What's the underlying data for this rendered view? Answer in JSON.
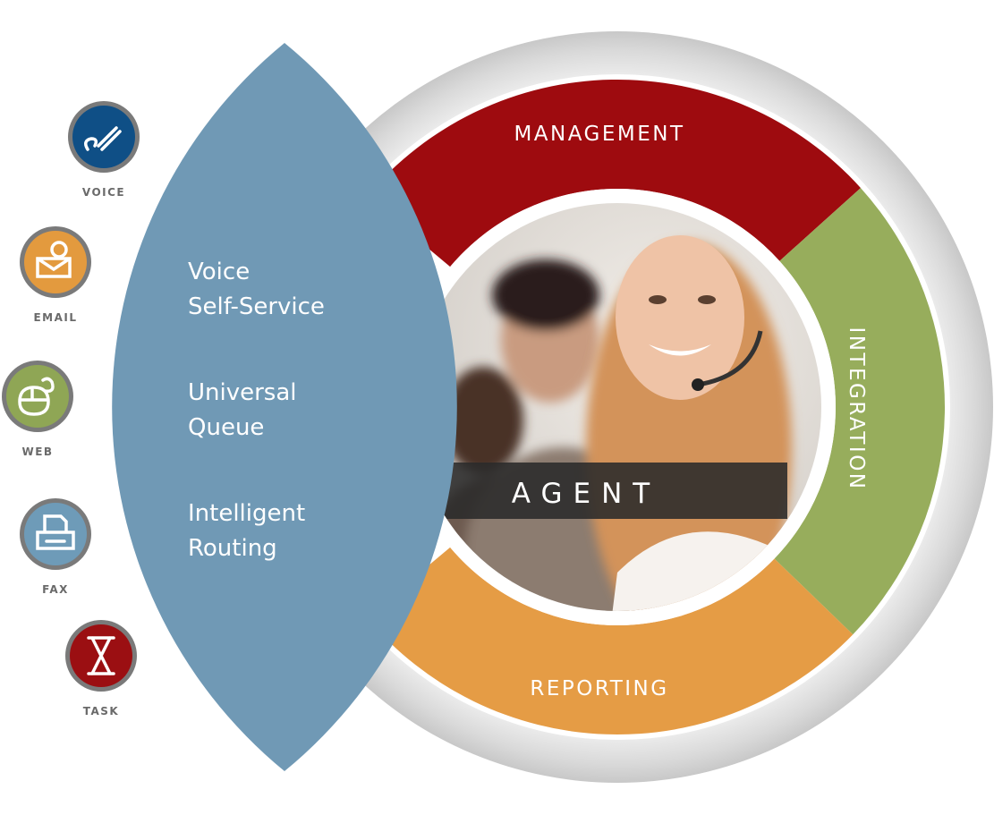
{
  "channels": [
    {
      "label": "VOICE",
      "icon": "phone-icon",
      "color": "#0f4f86"
    },
    {
      "label": "EMAIL",
      "icon": "email-icon",
      "color": "#e39a3e"
    },
    {
      "label": "WEB",
      "icon": "mouse-icon",
      "color": "#8fa655"
    },
    {
      "label": "FAX",
      "icon": "fax-icon",
      "color": "#6e9bb8"
    },
    {
      "label": "TASK",
      "icon": "hourglass-icon",
      "color": "#9b0f12"
    }
  ],
  "lens": {
    "color": "#7099b5",
    "items": [
      {
        "line1": "Voice",
        "line2": "Self-Service"
      },
      {
        "line1": "Universal",
        "line2": "Queue"
      },
      {
        "line1": "Intelligent",
        "line2": "Routing"
      }
    ]
  },
  "ring": {
    "management": {
      "label": "MANAGEMENT",
      "color": "#9e0b0f"
    },
    "integration": {
      "label": "INTEGRATION",
      "color": "#97ad5c"
    },
    "reporting": {
      "label": "REPORTING",
      "color": "#e59c45"
    }
  },
  "center": {
    "label": "AGENT"
  }
}
